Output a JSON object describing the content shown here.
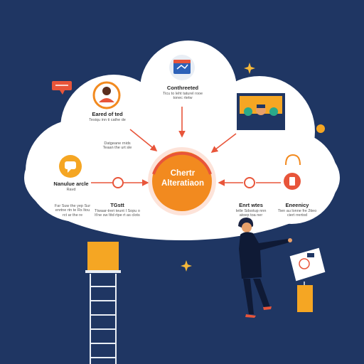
{
  "diagram": {
    "center": {
      "line1": "Chertr",
      "line2": "Alteratiaon"
    },
    "nodes": {
      "top": {
        "title": "Conthreeted",
        "desc": "Ticu to leht taturel rooe tonec rtetw"
      },
      "upper_left": {
        "title": "Eared of ted",
        "desc": "Tesiqu inn ti cathe de"
      },
      "mid_left_top": {
        "title": "Datgeane rnids",
        "desc": "Teaan the urt sle"
      },
      "left": {
        "title": "Nanulue arcle",
        "desc": "Ravd"
      },
      "lower_left": {
        "title": "",
        "desc": "Far Suw the yep Sur enrtne rtn te Rs Itou rct ar the re"
      },
      "lower_mid_left": {
        "title": "TGstt",
        "desc": "Ttwaar-treri teunt I Sopu o lt'ne sw Ittd rtpe rt as clots"
      },
      "lower_right": {
        "title": "Enrt wtes",
        "desc": "Ietle Sdsotup nnn atoep toa ner"
      },
      "right": {
        "title": "Eneenicy",
        "desc": "Tien au lonne fre 2tieo ciert rrertod"
      }
    },
    "colors": {
      "background": "#1f3663",
      "orange": "#f28a1f",
      "accent_dot": "#f5a623",
      "red": "#e8553a",
      "cloud": "#ffffff"
    }
  }
}
